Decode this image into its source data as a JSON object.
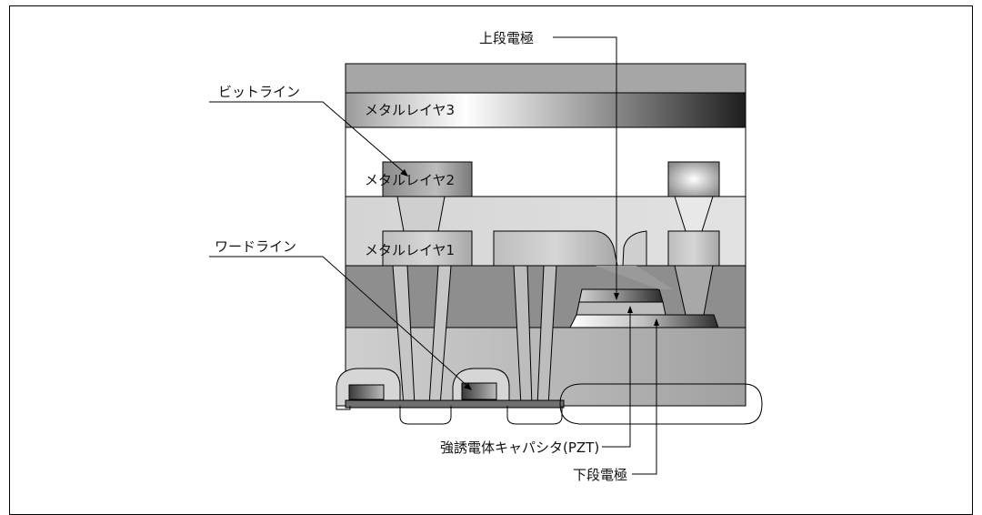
{
  "labels": {
    "top_electrode": "上段電極",
    "bit_line": "ビットライン",
    "word_line": "ワードライン",
    "metal_layer_3": "メタルレイヤ3",
    "metal_layer_2": "メタルレイヤ2",
    "metal_layer_1": "メタルレイヤ1",
    "capacitor": "強誘電体キャパシタ(PZT)",
    "bottom_electrode": "下段電極"
  }
}
